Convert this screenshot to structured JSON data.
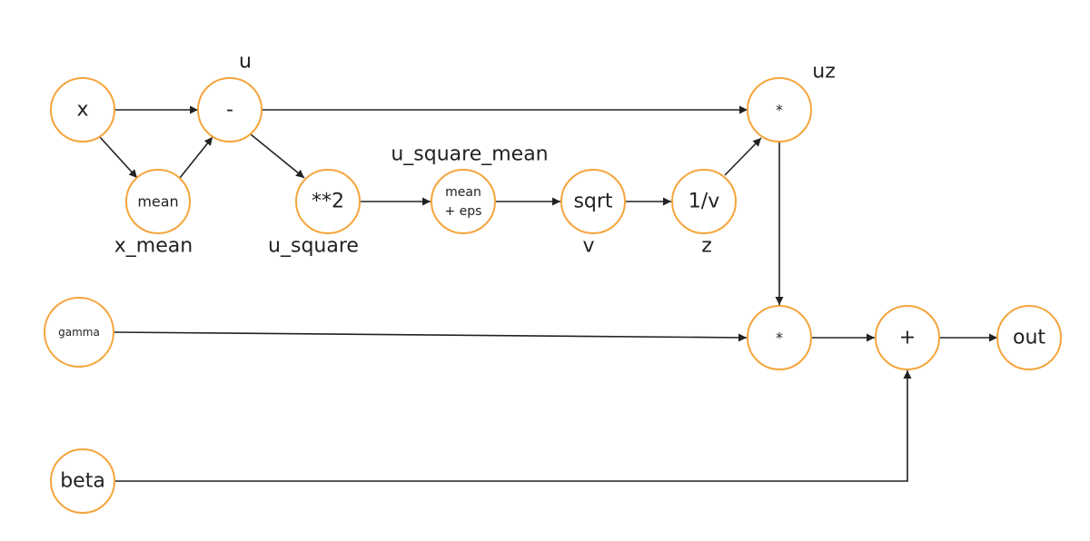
{
  "colors": {
    "node_stroke": "#F5A53C",
    "edge": "#222222",
    "text": "#222222"
  },
  "nodes": {
    "x": "x",
    "sub": "-",
    "x_mean_op": "mean",
    "square": "**2",
    "mean_eps_line1": "mean",
    "mean_eps_line2": "+ eps",
    "sqrt": "sqrt",
    "recip": "1/v",
    "mul_uz": "*",
    "gamma": "gamma",
    "mul_gamma": "*",
    "add": "+",
    "out": "out",
    "beta": "beta"
  },
  "labels": {
    "u": "u",
    "x_mean": "x_mean",
    "u_square": "u_square",
    "u_square_mean": "u_square_mean",
    "v": "v",
    "z": "z",
    "uz": "uz"
  }
}
